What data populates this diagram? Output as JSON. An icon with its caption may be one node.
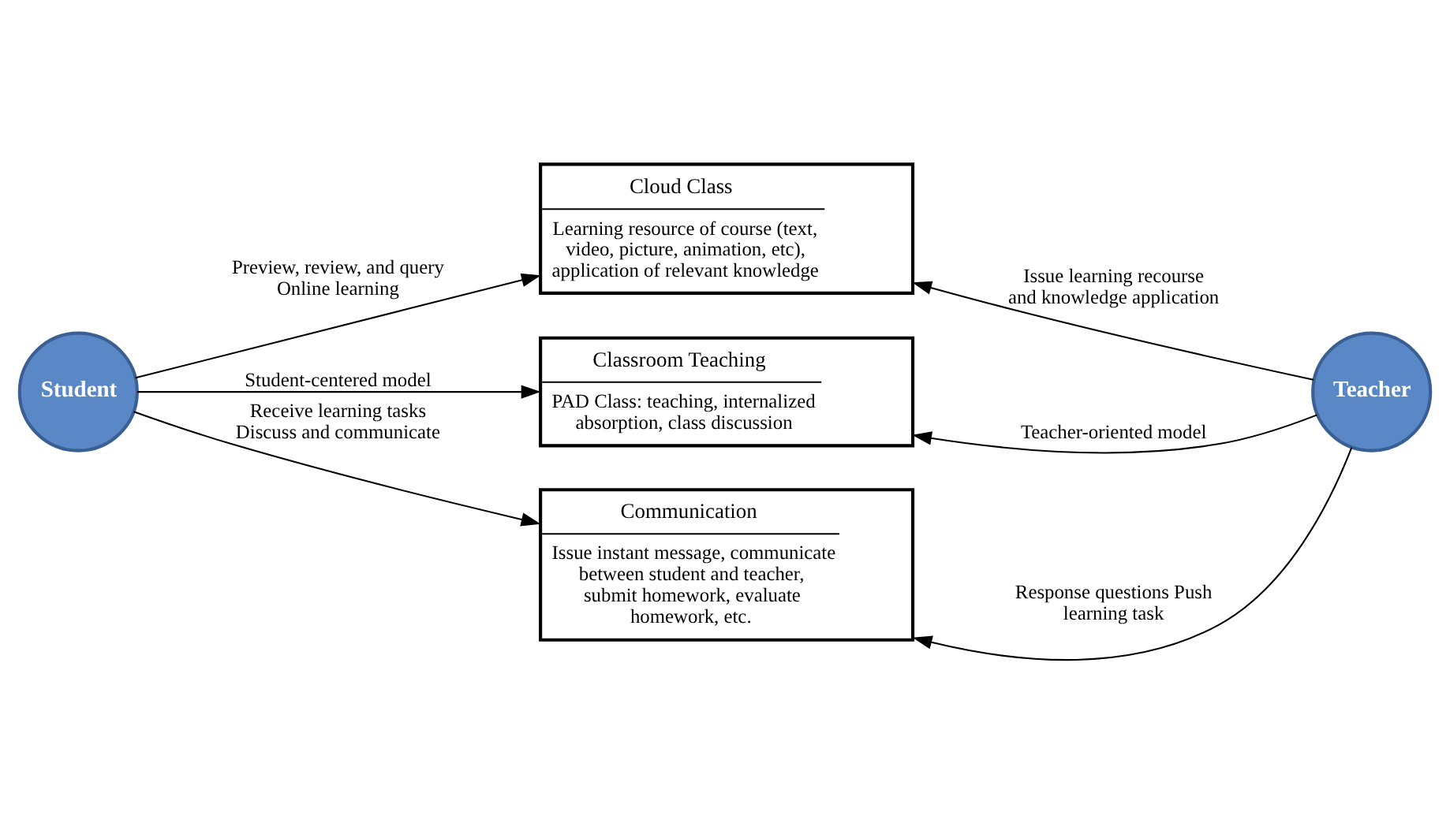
{
  "diagram": {
    "nodes": [
      {
        "text": [
          "Cloud Class",
          "Learning resource of course (text, video, picture, animation, etc), application of relevant knowledge"
        ]
      },
      {
        "text": [
          "Student"
        ]
      },
      {
        "text": [
          "Classroom Teaching",
          "PAD Class: teaching, internalized absorption, class discussion"
        ]
      },
      {
        "text": [
          "Teacher"
        ]
      },
      {
        "text": [
          "Communication",
          "Issue instant message, communicate between student and teacher, submit homework, evaluate homework, etc."
        ]
      }
    ],
    "edges": [
      {
        "from": 1,
        "to": 0,
        "arrow": "to",
        "label": "Preview, review, and query Online learning"
      },
      {
        "from": 1,
        "to": 2,
        "arrow": "to",
        "label": "Student-centered model"
      },
      {
        "from": 1,
        "to": 4,
        "arrow": "to",
        "label": "Receive learning tasks Discuss and communicate"
      },
      {
        "from": 3,
        "to": 0,
        "arrow": "to",
        "label": "Issue learning recourse and knowledge application"
      },
      {
        "from": 3,
        "to": 2,
        "arrow": "to",
        "label": "Teacher-oriented model"
      },
      {
        "from": 3,
        "to": 4,
        "arrow": "to",
        "label": "Response questions Push learning task"
      }
    ]
  }
}
